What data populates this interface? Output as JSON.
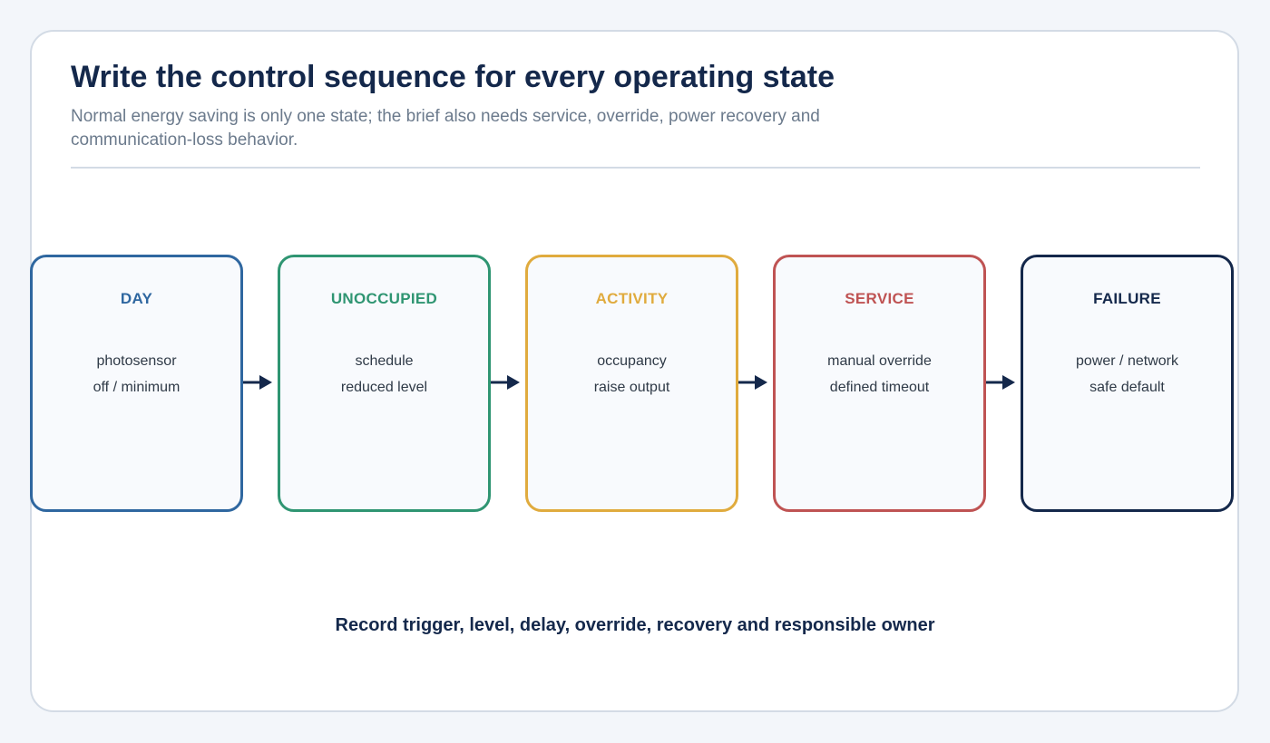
{
  "header": {
    "title": "Write the control sequence for every operating state",
    "subtitle": "Normal energy saving is only one state; the brief also needs service, override, power recovery and communication-loss behavior."
  },
  "states": [
    {
      "name": "DAY",
      "line1": "photosensor",
      "line2": "off / minimum",
      "color": "#2f67a0"
    },
    {
      "name": "UNOCCUPIED",
      "line1": "schedule",
      "line2": "reduced level",
      "color": "#2f9572"
    },
    {
      "name": "ACTIVITY",
      "line1": "occupancy",
      "line2": "raise output",
      "color": "#e0ab3e"
    },
    {
      "name": "SERVICE",
      "line1": "manual override",
      "line2": "defined timeout",
      "color": "#bf5353"
    },
    {
      "name": "FAILURE",
      "line1": "power / network",
      "line2": "safe default",
      "color": "#14284b"
    }
  ],
  "arrow_color": "#14284b",
  "footer": {
    "note": "Record trigger, level, delay, override, recovery and responsible owner"
  }
}
